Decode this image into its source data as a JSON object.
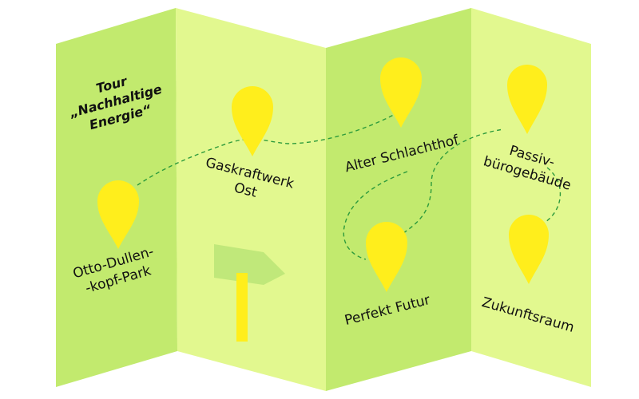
{
  "colors": {
    "panel_dark": "#c2ea6e",
    "panel_light": "#e2f88f",
    "pin": "#ffee1c",
    "sign_board": "#c0e87a",
    "sign_post": "#ffee1c",
    "route": "#2e9b3c"
  },
  "map": {
    "title_lines": [
      "Tour",
      "„Nachhaltige",
      "Energie“"
    ],
    "stops": [
      {
        "lines": [
          "Otto-Dullen-",
          "-kopf-Park"
        ]
      },
      {
        "lines": [
          "Gaskraftwerk",
          "Ost"
        ]
      },
      {
        "lines": [
          "Alter Schlachthof"
        ]
      },
      {
        "lines": [
          "Perfekt Futur"
        ]
      },
      {
        "lines": [
          "Passiv-",
          "bürogebäude"
        ]
      },
      {
        "lines": [
          "Zukunftsraum"
        ]
      }
    ],
    "route_style": "dashed"
  },
  "icons": [
    "map-pin-icon",
    "signpost-icon"
  ]
}
